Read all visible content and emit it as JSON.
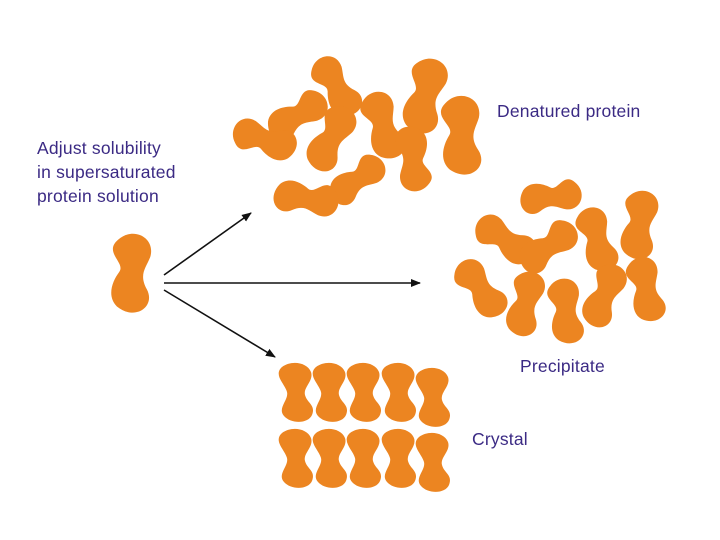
{
  "intro": {
    "line1": "Adjust solubility",
    "line2": "in supersaturated",
    "line3": "protein solution"
  },
  "outcomes": {
    "denatured": "Denatured protein",
    "precipitate": "Precipitate",
    "crystal": "Crystal"
  },
  "colors": {
    "protein": "#ec8521",
    "text": "#3b2a84",
    "arrow": "#111111"
  }
}
